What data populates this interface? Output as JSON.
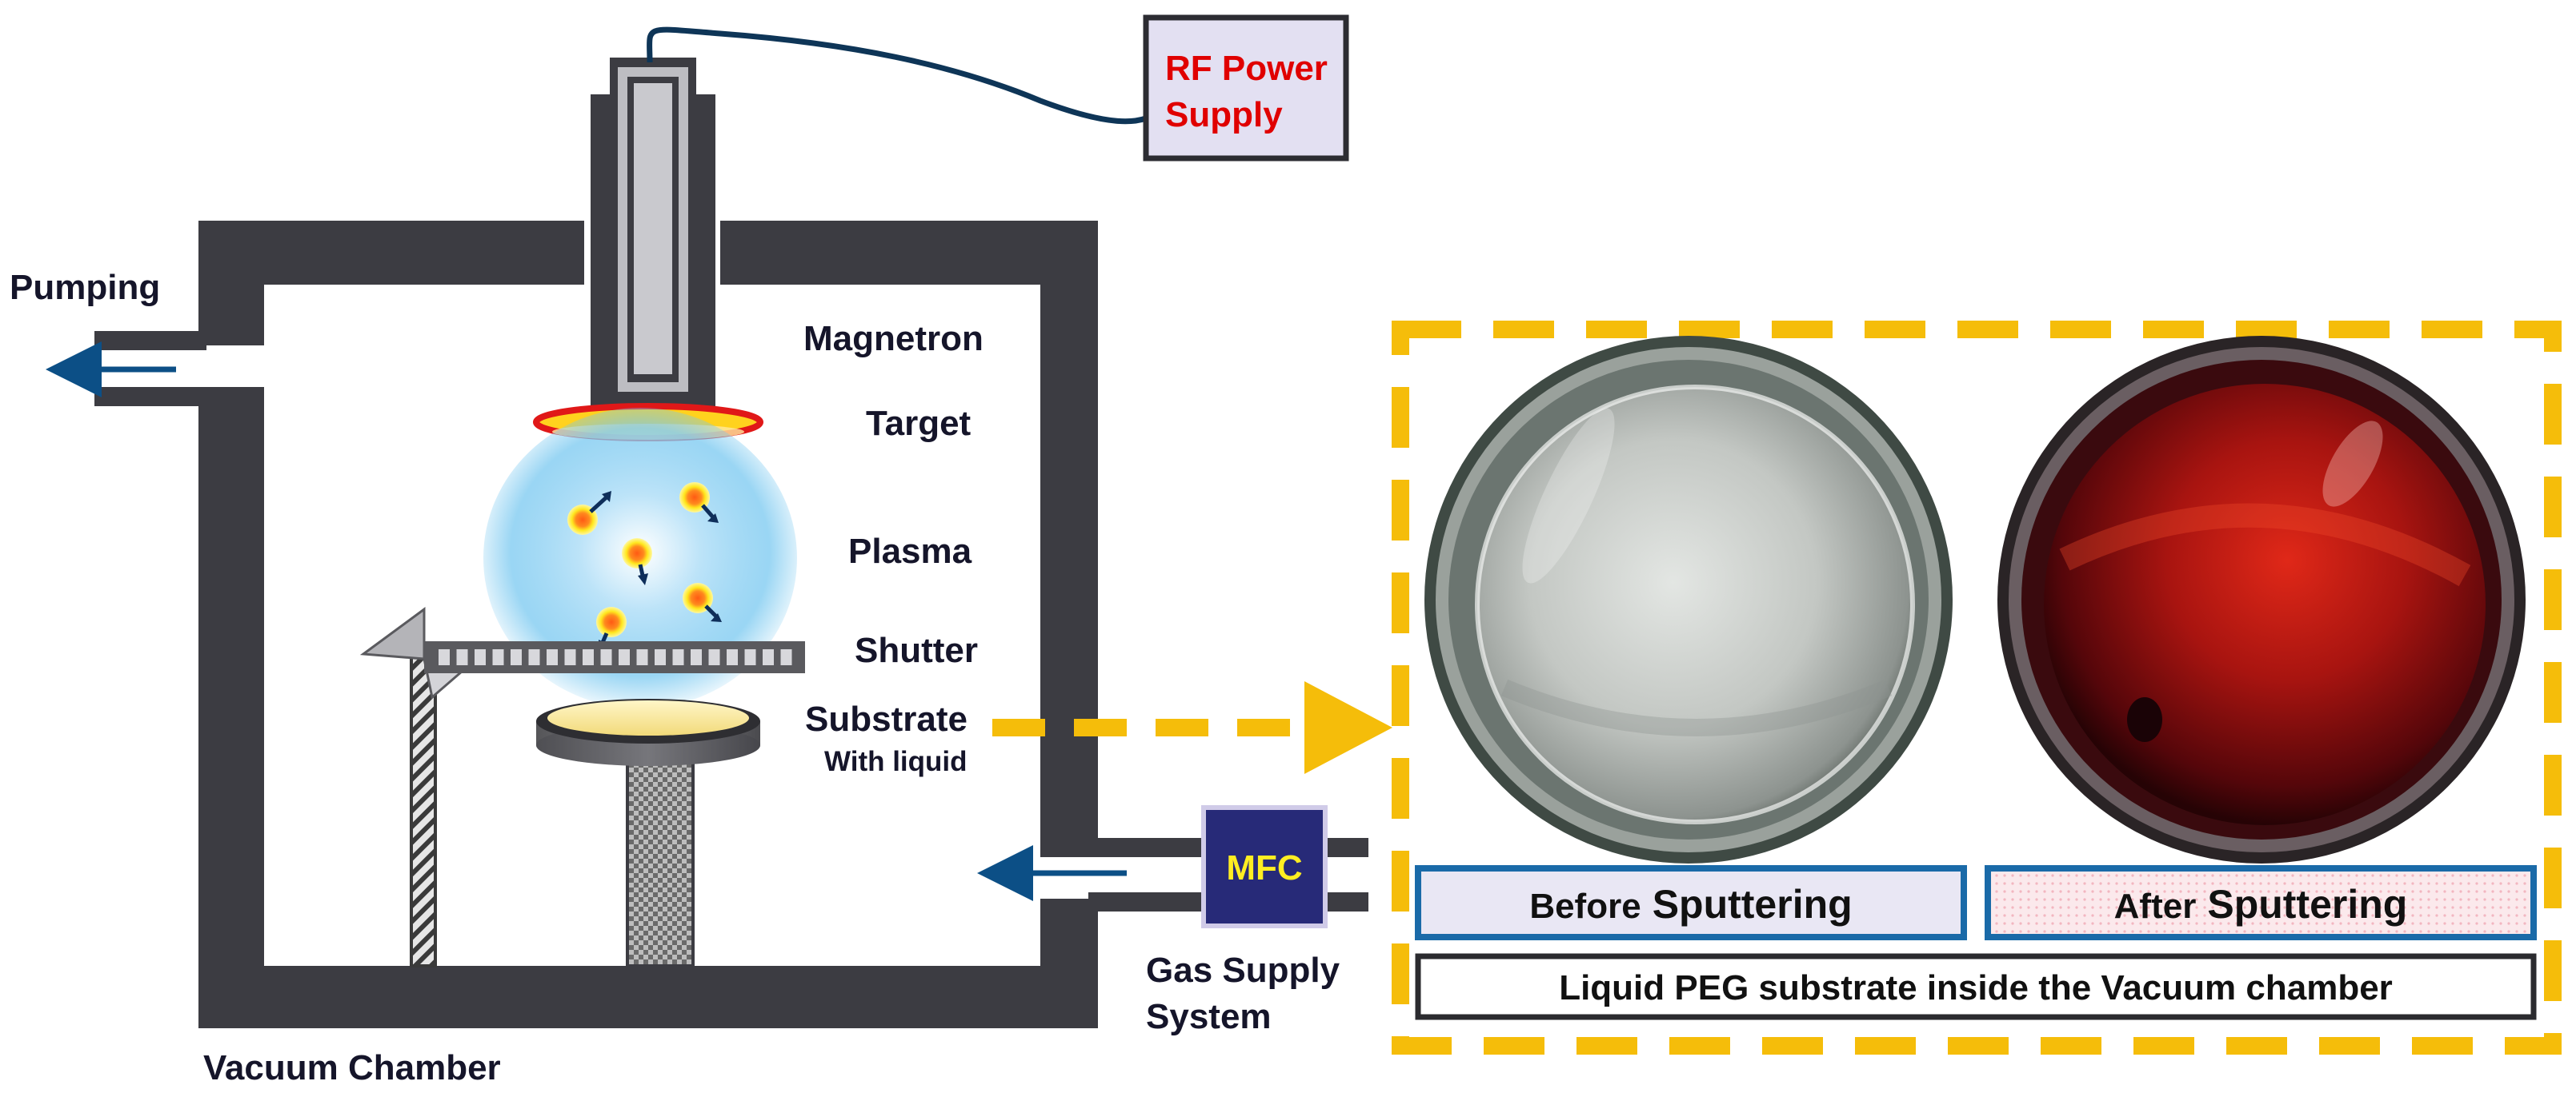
{
  "labels": {
    "rf_power_line1": "RF Power",
    "rf_power_line2": "Supply",
    "pumping": "Pumping",
    "magnetron": "Magnetron",
    "target": "Target",
    "plasma": "Plasma",
    "shutter": "Shutter",
    "substrate": "Substrate",
    "substrate_sub": "With liquid",
    "mfc": "MFC",
    "gas_supply_line1": "Gas Supply",
    "gas_supply_line2": "System",
    "vacuum_chamber": "Vacuum Chamber"
  },
  "photos": {
    "before_prefix": "Before",
    "before_suffix": "Sputtering",
    "after_prefix": "After",
    "after_suffix": "Sputtering",
    "caption": "Liquid PEG substrate inside the Vacuum chamber"
  },
  "colors": {
    "chamber_wall": "#3c3c42",
    "rf_text": "#e00000",
    "mfc_box": "#272a78",
    "mfc_text": "#ffee22",
    "dashed_frame": "#f5bd0a",
    "caption_border": "#1a6aa8",
    "plasma_glow": "#78c8f0",
    "target_fill": "#ffd21e",
    "target_rim": "#e01818",
    "after_dish_tint": "#b21a10",
    "before_dish_tint": "#b8bcb9",
    "flow_arrow": "#0c4f86"
  },
  "icons": [
    "flow-arrow-icon",
    "dashed-arrow-icon",
    "ion-particle-icon"
  ]
}
